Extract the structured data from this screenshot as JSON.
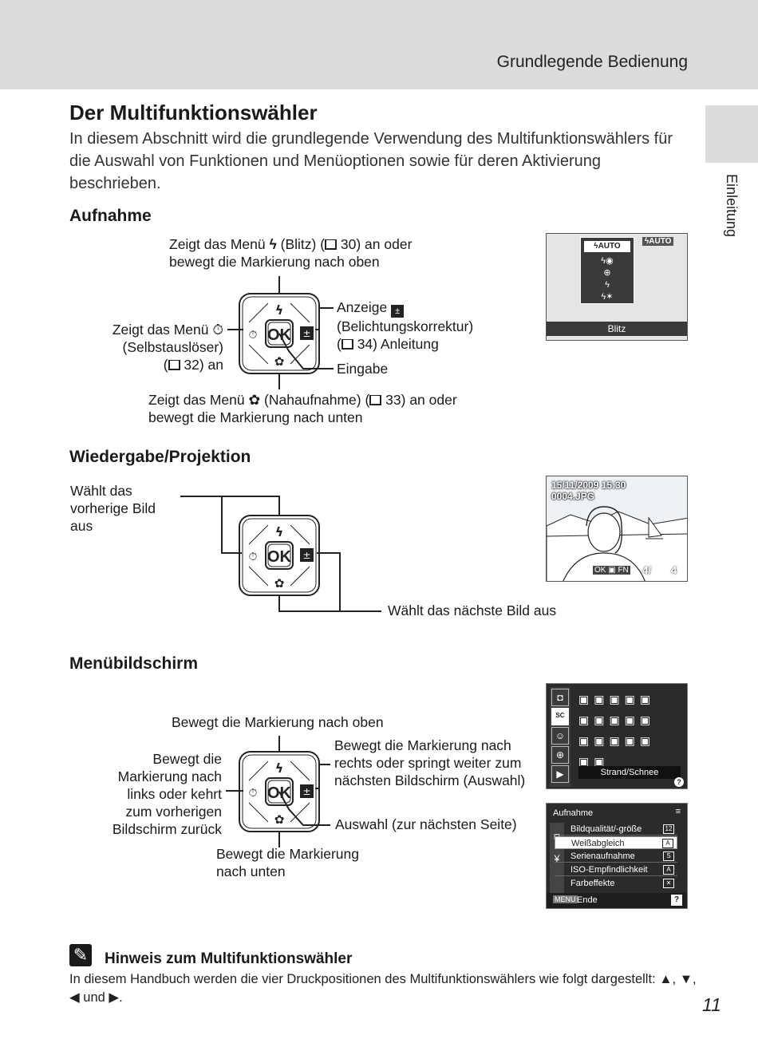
{
  "header": {
    "title": "Grundlegende Bedienung",
    "side_label": "Einleitung"
  },
  "page": {
    "title": "Der Multifunktionswähler",
    "intro": "In diesem Abschnitt wird die grundlegende Verwendung des Multifunktionswählers für die Auswahl von Funktionen und Menüoptionen sowie für deren Aktivierung beschrieben.",
    "page_number": "11"
  },
  "icons": {
    "book": "🕮",
    "flash": "flash-icon",
    "selftimer": "self-timer-icon",
    "macro": "macro-icon",
    "exposure": "exposure-compensation-icon",
    "ok": "OK"
  },
  "aufnahme": {
    "heading": "Aufnahme",
    "up_line1_a": "Zeigt das Menü ",
    "up_line1_b": " (Blitz) (",
    "up_line1_c": " 30) an oder",
    "up_line2": "bewegt die Markierung nach oben",
    "left_line1": "Zeigt das Menü ",
    "left_line2": "(Selbstauslöser)",
    "left_line3_a": "(",
    "left_line3_b": " 32) an",
    "right_line1": "Anzeige ",
    "right_line2": "(Belichtungskorrektur)",
    "right_line3_a": "(",
    "right_line3_b": " 34) Anleitung",
    "ok_label": "Eingabe",
    "down_line1_a": "Zeigt das Menü ",
    "down_line1_b": " (Nahaufnahme) (",
    "down_line1_c": " 33) an oder",
    "down_line2": "bewegt die Markierung nach unten",
    "screen_caption": "Blitz",
    "screen_auto": "AUTO"
  },
  "wiedergabe": {
    "heading": "Wiedergabe/Projektion",
    "left_line1": "Wählt das",
    "left_line2": "vorherige Bild",
    "left_line3": "aus",
    "right_label": "Wählt das nächste Bild aus",
    "screen_datetime": "15/11/2009 15:30",
    "screen_file": "0004.JPG",
    "screen_counter": "4/",
    "screen_total": "4"
  },
  "menue": {
    "heading": "Menübildschirm",
    "up_label": "Bewegt die Markierung nach oben",
    "left_line1": "Bewegt die",
    "left_line2": "Markierung nach",
    "left_line3": "links oder kehrt",
    "left_line4": "zum vorherigen",
    "left_line5": "Bildschirm zurück",
    "right_line1": "Bewegt die Markierung nach",
    "right_line2": "rechts oder springt weiter zum",
    "right_line3": "nächsten Bildschirm (Auswahl)",
    "ok_label": "Auswahl (zur nächsten Seite)",
    "down_line1": "Bewegt die Markierung",
    "down_line2": "nach unten",
    "scene_caption": "Strand/Schnee",
    "menu_title": "Aufnahme",
    "menu_items": [
      "Bildqualität/-größe",
      "Weißabgleich",
      "Serienaufnahme",
      "ISO-Empfindlichkeit",
      "Farbeffekte"
    ],
    "menu_footer_key": "MENU",
    "menu_footer": "Ende"
  },
  "note": {
    "title": "Hinweis zum Multifunktionswähler",
    "text": "In diesem Handbuch werden die vier Druckpositionen des Multifunktionswählers wie folgt dargestellt: ▲, ▼, ◀ und ▶."
  }
}
